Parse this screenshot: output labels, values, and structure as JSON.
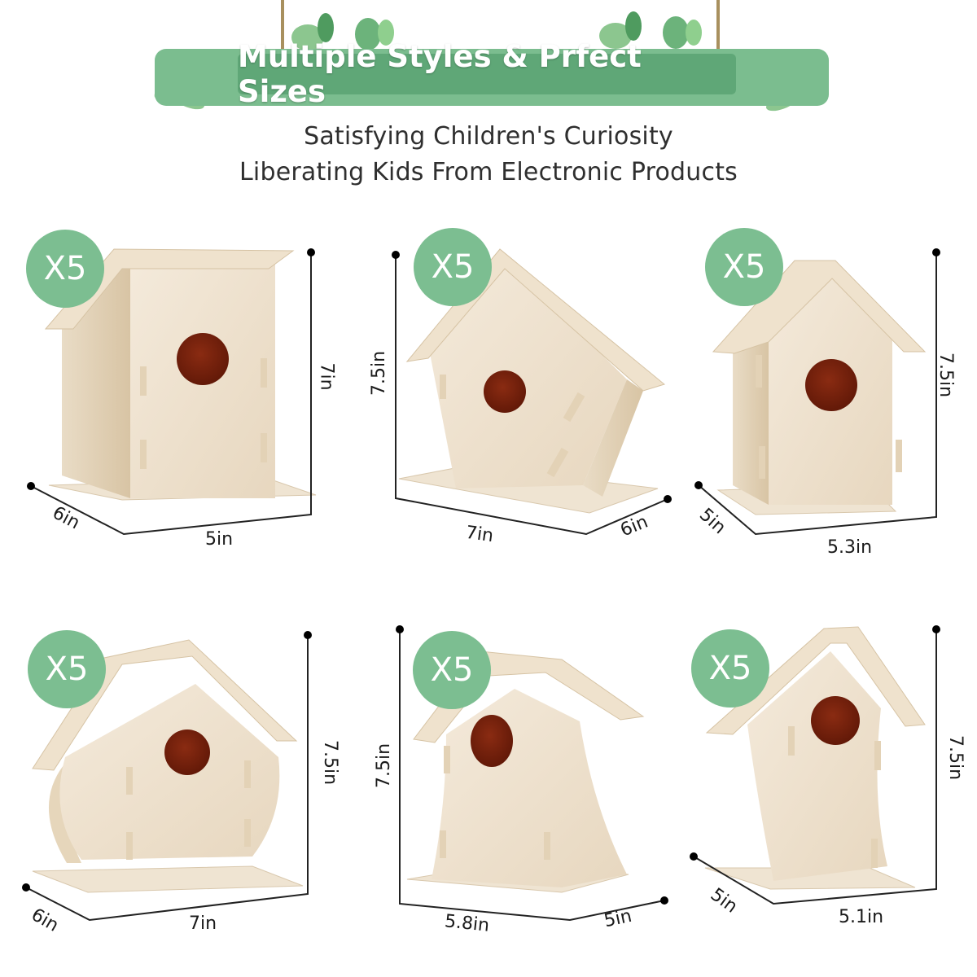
{
  "banner": {
    "title": "Multiple Styles & Prfect Sizes",
    "color": "#7bbd8f"
  },
  "subtitle": {
    "line1": "Satisfying Children's Curiosity",
    "line2": "Liberating Kids From Electronic Products"
  },
  "badge_color": "#7cbe91",
  "products": [
    {
      "quantity": "X5",
      "dimensions": {
        "height": "7in",
        "depth": "6in",
        "width": "5in"
      }
    },
    {
      "quantity": "X5",
      "dimensions": {
        "height": "7.5in",
        "width": "7in",
        "depth": "6in"
      }
    },
    {
      "quantity": "X5",
      "dimensions": {
        "height": "7.5in",
        "depth": "5in",
        "width": "5.3in"
      }
    },
    {
      "quantity": "X5",
      "dimensions": {
        "height": "7.5in",
        "depth": "6in",
        "width": "7in"
      }
    },
    {
      "quantity": "X5",
      "dimensions": {
        "height": "7.5in",
        "width": "5.8in",
        "depth": "5in"
      }
    },
    {
      "quantity": "X5",
      "dimensions": {
        "height": "7.5in",
        "depth": "5in",
        "width": "5.1in"
      }
    }
  ]
}
